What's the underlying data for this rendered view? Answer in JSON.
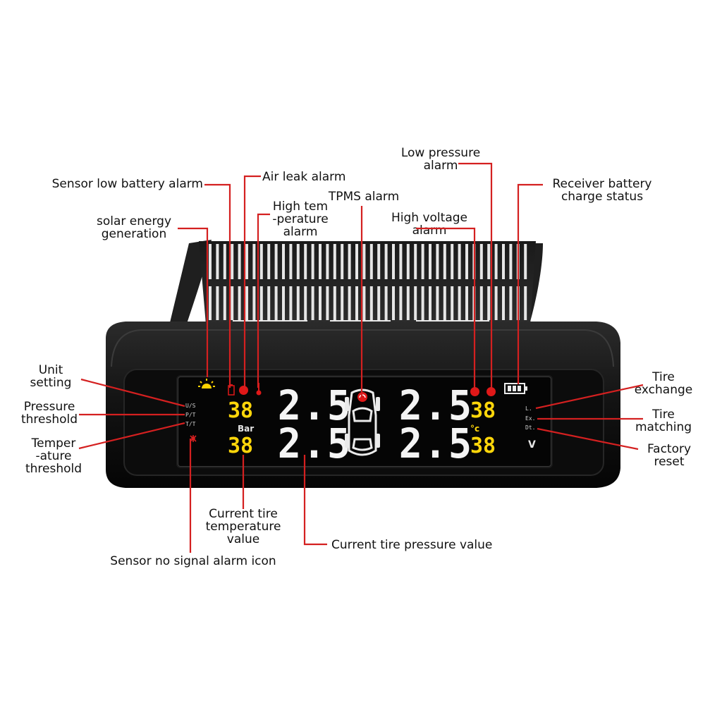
{
  "callouts": {
    "sensor_low_battery": "Sensor low battery alarm",
    "air_leak": "Air leak alarm",
    "tpms_alarm": "TPMS alarm",
    "low_pressure": [
      "Low pressure",
      "alarm"
    ],
    "receiver_battery": [
      "Receiver battery",
      "charge status"
    ],
    "solar_energy": [
      "solar energy",
      "generation"
    ],
    "high_temperature": [
      "High tem",
      "-perature",
      "alarm"
    ],
    "high_voltage": [
      "High voltage",
      "alarm"
    ],
    "unit_setting": [
      "Unit",
      "setting"
    ],
    "pressure_threshold": [
      "Pressure",
      "threshold"
    ],
    "temperature_threshold": [
      "Temper",
      "-ature",
      "threshold"
    ],
    "tire_exchange": [
      "Tire",
      "exchange"
    ],
    "tire_matching": [
      "Tire",
      "matching"
    ],
    "factory_reset": [
      "Factory",
      "reset"
    ],
    "current_temperature": [
      "Current tire",
      "temperature",
      "value"
    ],
    "current_pressure": "Current tire pressure value",
    "no_signal": "Sensor no signal alarm icon"
  },
  "display": {
    "pressure_front_left": "2.5",
    "pressure_rear_left": "2.5",
    "pressure_front_right": "2.5",
    "pressure_rear_right": "2.5",
    "temp_front_left": "38",
    "temp_rear_left": "38",
    "temp_front_right": "38",
    "temp_rear_right": "38",
    "pressure_unit": "Bar",
    "temp_unit": "°c",
    "volt_unit": "V",
    "left_keys": [
      "U/S",
      "P/T",
      "T/T"
    ],
    "right_keys": [
      "L.",
      "Ex.",
      "Dt."
    ]
  },
  "colors": {
    "leader": "#d42020",
    "lcd_bg": "#050505",
    "segment_white": "#f4f4f4",
    "segment_yellow": "#ffd60a",
    "alarm_red": "#e01818",
    "solar_yellow": "#ffd200"
  }
}
